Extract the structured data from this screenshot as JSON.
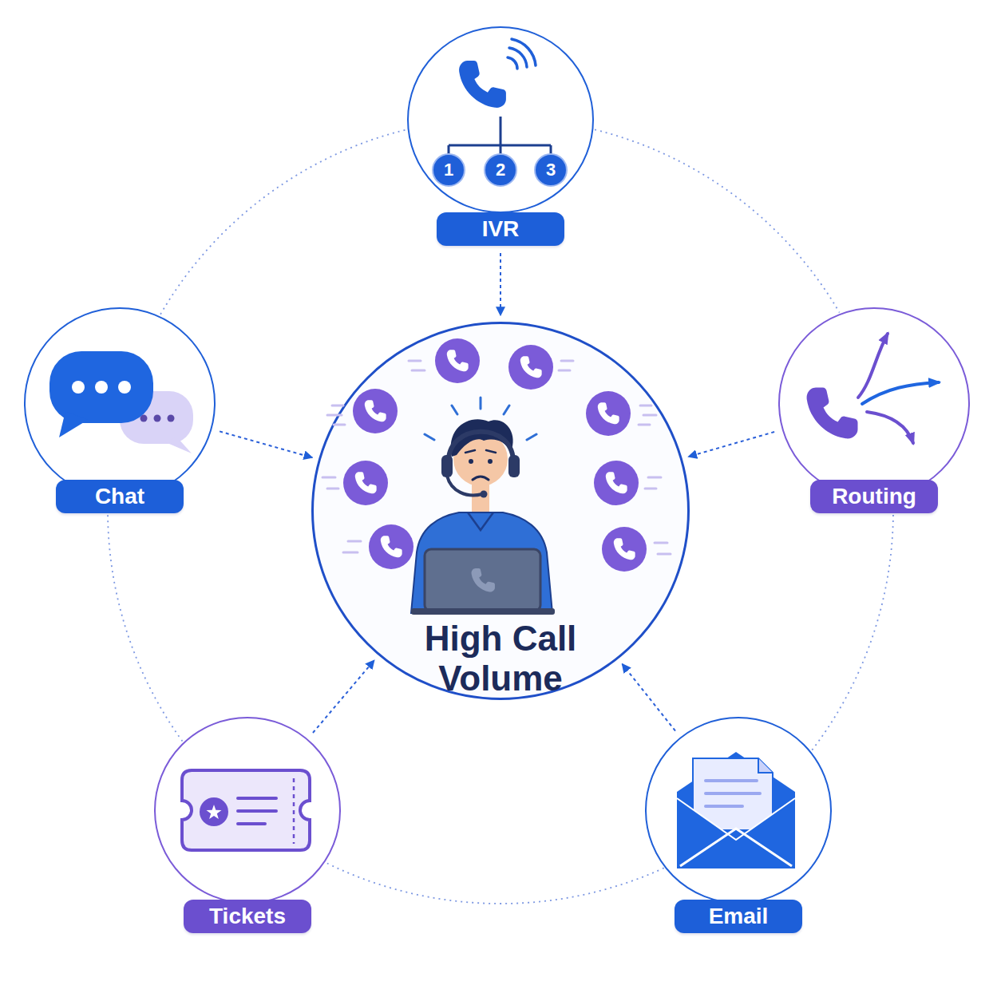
{
  "diagram": {
    "nodes": [
      {
        "text": [
          "IVR"
        ]
      },
      {
        "text": [
          "Chat"
        ]
      },
      {
        "text": [
          "High Call Volume"
        ]
      },
      {
        "text": [
          "Routing"
        ]
      },
      {
        "text": [
          "Tickets"
        ]
      },
      {
        "text": [
          "Email"
        ]
      }
    ],
    "edges": [
      {
        "from": 0,
        "to": 2,
        "arrow": "to"
      },
      {
        "from": 1,
        "to": 2,
        "arrow": "to"
      },
      {
        "from": 3,
        "to": 2,
        "arrow": "to"
      },
      {
        "from": 4,
        "to": 2,
        "arrow": "to"
      },
      {
        "from": 5,
        "to": 2,
        "arrow": "to"
      },
      {
        "from": 0,
        "to": 3,
        "arrow": "none"
      },
      {
        "from": 3,
        "to": 5,
        "arrow": "none"
      },
      {
        "from": 5,
        "to": 4,
        "arrow": "none"
      },
      {
        "from": 4,
        "to": 1,
        "arrow": "none"
      },
      {
        "from": 1,
        "to": 0,
        "arrow": "none"
      }
    ],
    "labels": [
      "1",
      "2",
      "3"
    ]
  }
}
